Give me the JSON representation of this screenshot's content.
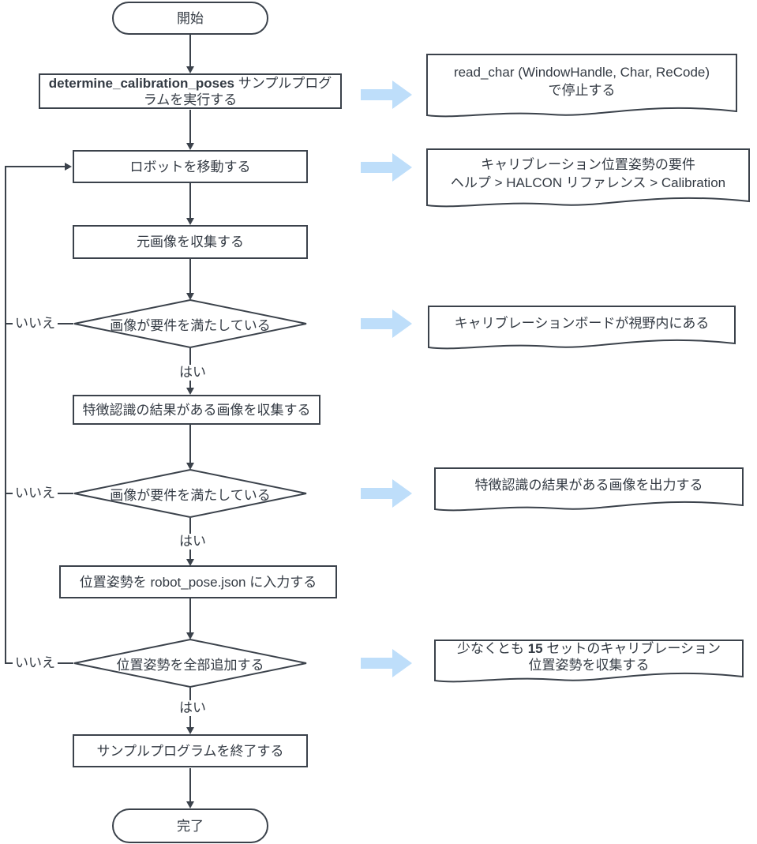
{
  "colors": {
    "line": "#3b424b",
    "text": "#333a43",
    "callout_arrow_fill": "#bedefa",
    "node_fill": "#ffffff"
  },
  "nodes": {
    "start": "開始",
    "end": "完了",
    "p1_bold": "determine_calibration_poses",
    "p1_rest": " サンプルプログラムを実行する",
    "p2": "ロボットを移動する",
    "p3": "元画像を収集する",
    "d1": "画像が要件を満たしている",
    "p4": "特徴認識の結果がある画像を収集する",
    "d2": "画像が要件を満たしている",
    "p5": "位置姿勢を robot_pose.json に入力する",
    "d3": "位置姿勢を全部追加する",
    "p6": "サンプルプログラムを終了する"
  },
  "edge_labels": {
    "yes": "はい",
    "no": "いいえ"
  },
  "annotations": {
    "a1_line1": "read_char (WindowHandle, Char, ReCode)",
    "a1_line2": "で停止する",
    "a2_line1": "キャリブレーション位置姿勢の要件",
    "a2_line2": "ヘルプ > HALCON リファレンス > Calibration",
    "a3_line1": "キャリブレーションボードが視野内にある",
    "a4_line1": "特徴認識の結果がある画像を出力する",
    "a5_pre": "少なくとも ",
    "a5_bold": "15",
    "a5_post": " セットのキャリブレーション",
    "a5_line2": "位置姿勢を収集する"
  }
}
